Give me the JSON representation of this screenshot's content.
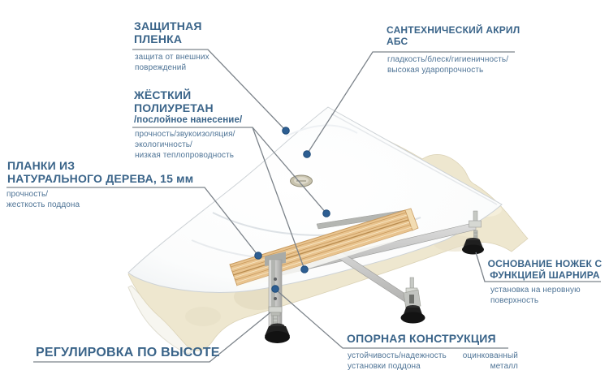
{
  "diagram_subject": "corner shower tray construction cutaway",
  "colors": {
    "label_blue": "#3a6489",
    "desc_blue": "#4f7496",
    "leader_grey": "#7c838a",
    "dot_navy": "#2d5e92",
    "foam_cream": "#eee7cf",
    "wood_tan": "#e9c48f",
    "metal_grey": "#c2c4c0",
    "foot_black": "#161616",
    "background": "#ffffff"
  },
  "labels": {
    "film": {
      "title1": "ЗАЩИТНАЯ",
      "title2": "ПЛЕНКА",
      "desc1": "защита от внешних",
      "desc2": "повреждений"
    },
    "acrylic": {
      "title1": "САНТЕХНИЧЕСКИЙ АКРИЛ",
      "title2": "АБС",
      "desc1": "гладкость/блеск/гигиеничность/",
      "desc2": "высокая ударопрочность"
    },
    "polyurethane": {
      "title1": "ЖЁСТКИЙ",
      "title2": "ПОЛИУРЕТАН",
      "title3": "/послойное нанесение/",
      "desc1": "прочность/звукоизоляция/",
      "desc2": "экологичность/",
      "desc3": "низкая теплопроводность"
    },
    "planks": {
      "title1": "ПЛАНКИ ИЗ",
      "title2": "НАТУРАЛЬНОГО ДЕРЕВА, 15 мм",
      "desc1": "прочность/",
      "desc2": "жесткость поддона"
    },
    "hinge_feet": {
      "title1": "ОСНОВАНИЕ НОЖЕК С",
      "title2": "ФУНКЦИЕЙ ШАРНИРА",
      "desc1": "установка на неровную",
      "desc2": "поверхность"
    },
    "support": {
      "title1": "ОПОРНАЯ КОНСТРУКЦИЯ",
      "desc1": "устойчивость/надежность",
      "desc2": "установки поддона",
      "note1": "оцинкованный",
      "note2": "металл"
    },
    "height_adjust": {
      "title1": "РЕГУЛИРОВКА ПО ВЫСОТЕ"
    }
  }
}
